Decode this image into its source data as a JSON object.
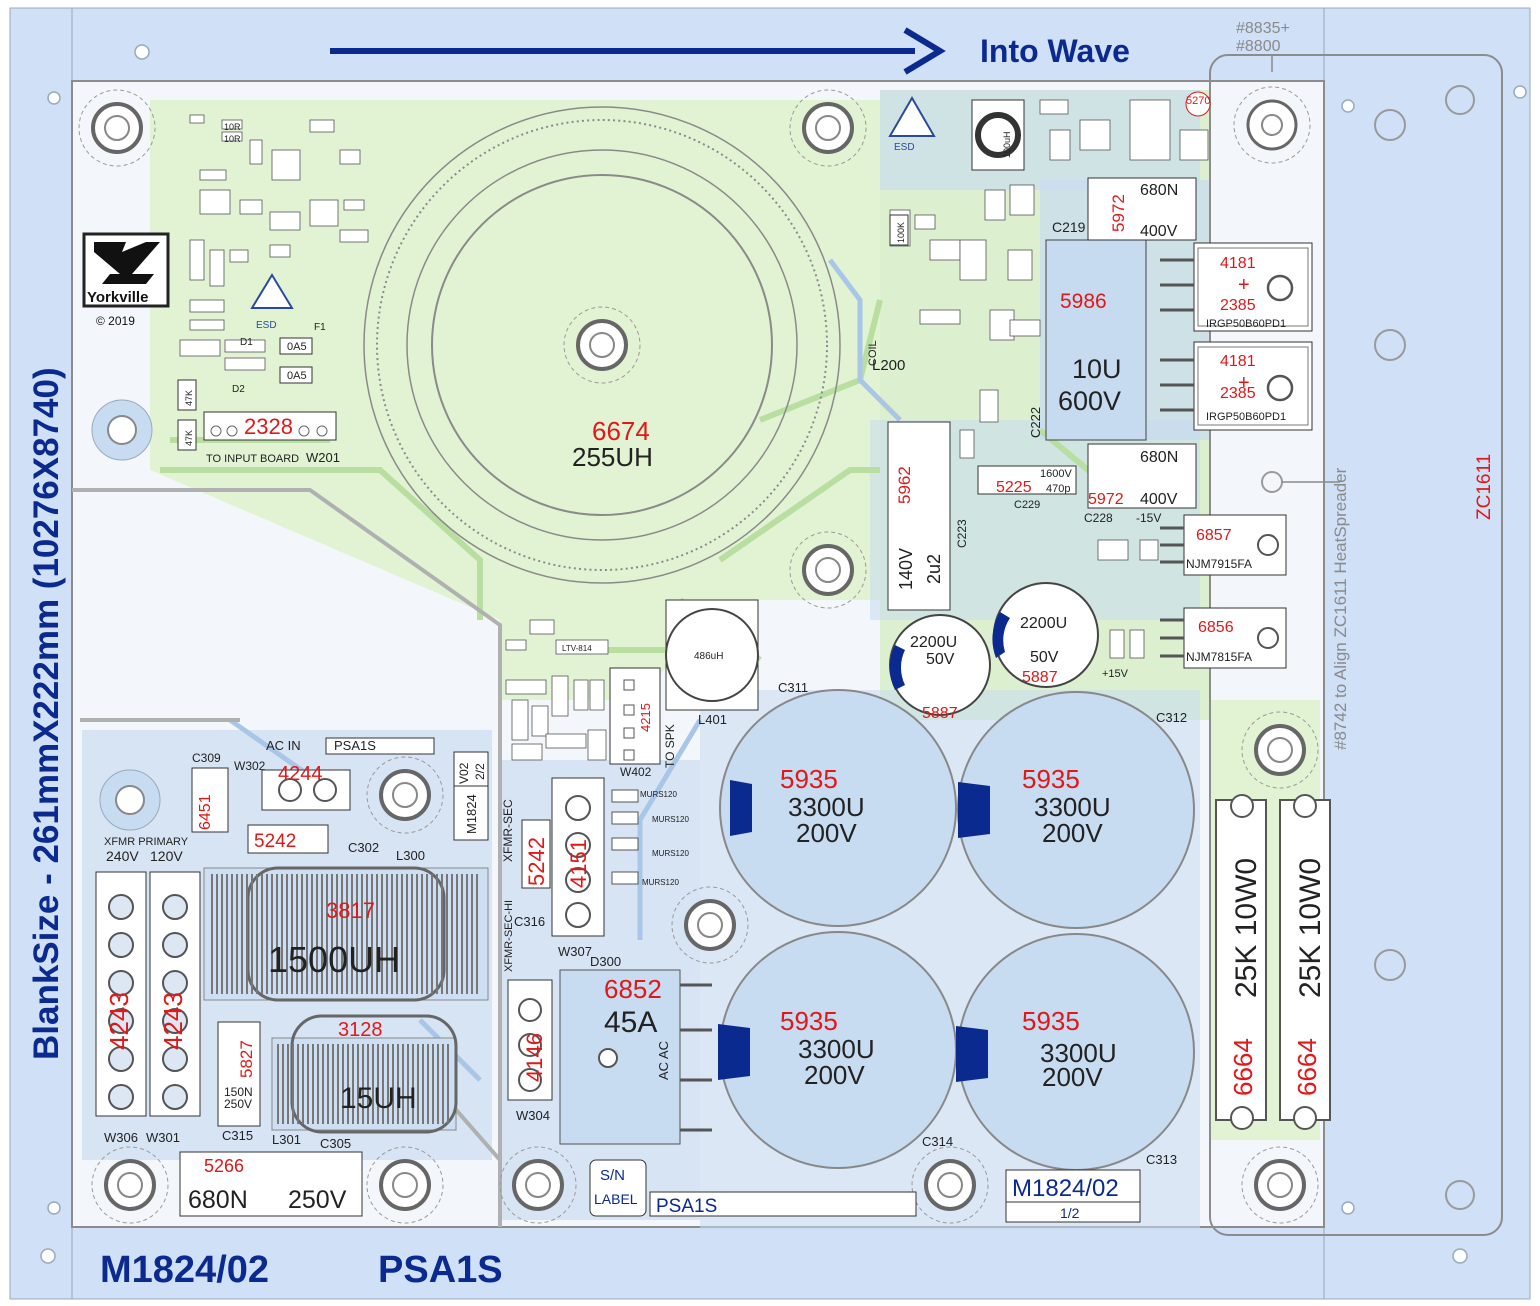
{
  "board": {
    "banner": "Into Wave",
    "side_title": "BlankSize - 261mmX222mm (10276X8740)",
    "bottom_model": "M1824/02",
    "bottom_product": "PSA1S",
    "top_right_ref1": "#8835+",
    "top_right_ref2": "#8800",
    "right_side_note": "#8742 to Align ZC1611 HeatSpreader",
    "heatspreader": "ZC1611",
    "logo_text": "Yorkville",
    "copyright": "© 2019",
    "esd": "ESD"
  },
  "labels": {
    "toroid_code": "6674",
    "toroid_value": "255UH",
    "input_conn_code": "2328",
    "to_input_board": "TO INPUT BOARD",
    "w201": "W201",
    "l200": "L200",
    "coil": "COIL",
    "c219_code": "5972",
    "c219_top": "680N",
    "c219_bot": "400V",
    "c219": "C219",
    "c222_code": "5986",
    "c222_v1": "10U",
    "c222_v2": "600V",
    "c222": "C222",
    "c228_top": "680N",
    "c228_code": "5972",
    "c228_bot": "400V",
    "c228": "C228",
    "minus15": "-15V",
    "c229_code": "5225",
    "c229_v1": "1600V",
    "c229_v2": "470p",
    "c229": "C229",
    "c223_code": "5962",
    "c223_v1": "140V",
    "c223_v2": "2u2",
    "c223": "C223",
    "q_a_code1": "4181",
    "q_a_plus": "+",
    "q_a_code2": "2385",
    "q_a_part": "IRGP50B60PD1",
    "q_b_code1": "4181",
    "q_b_plus": "+",
    "q_b_code2": "2385",
    "q_b_part": "IRGP50B60PD1",
    "reg1_code": "6857",
    "reg1_part": "NJM7915FA",
    "reg2_code": "6856",
    "reg2_part": "NJM7815FA",
    "plus15": "+15V",
    "cap2200a_v1": "2200U",
    "cap2200a_v2": "50V",
    "cap2200a_code": "5887",
    "cap2200b_v1": "2200U",
    "cap2200b_v2": "50V",
    "cap2200b_code": "5887",
    "c311": "C311",
    "c312": "C312",
    "c313": "C313",
    "c314": "C314",
    "bigcap_code": "5935",
    "bigcap_v1": "3300U",
    "bigcap_v2": "200V",
    "l401_value": "486uH",
    "l401": "L401",
    "w402_code": "4215",
    "w402": "W402",
    "to_spk": "TO SPK",
    "ac_in": "AC IN",
    "psa1s_small": "PSA1S",
    "w302": "W302",
    "w302_code": "4244",
    "c309": "C309",
    "c309_code": "6451",
    "c302_code": "5242",
    "c302": "C302",
    "l300": "L300",
    "v02": "V02",
    "v02_frac": "2/2",
    "m1824_vert": "M1824",
    "xfmr_primary": "XFMR PRIMARY",
    "v240": "240V",
    "v120": "120V",
    "l300_code": "3817",
    "l300_value": "1500UH",
    "l301_code": "3128",
    "l301_value": "15UH",
    "l301": "L301",
    "w306_code": "4243",
    "w301_code": "4243",
    "w306": "W306",
    "w301": "W301",
    "c315_code": "5827",
    "c315_v1": "150N",
    "c315_v2": "250V",
    "c315": "C315",
    "c305": "C305",
    "c305_code": "5266",
    "c305_v1": "680N",
    "c305_v2": "250V",
    "xfmr_sec": "XFMR-SEC",
    "xfmr_sec_hi": "XFMR-SEC-HI",
    "w307_code_a": "5242",
    "w307_code_b": "4151",
    "c316": "C316",
    "w307": "W307",
    "d300": "D300",
    "bridge_code": "6852",
    "bridge_value": "45A",
    "bridge_ac": "AC AC",
    "w304_code": "4146",
    "w304": "W304",
    "sn1": "S/N",
    "sn2": "LABEL",
    "psa1s_box": "PSA1S",
    "m1824_box": "M1824/02",
    "m1824_box_frac": "1/2",
    "r_res_code": "6664",
    "r_res_value": "25K 10W0",
    "zero_ohm_a": "0A5",
    "zero_ohm_b": "0A5",
    "r_47k_a": "47K",
    "r_47k_b": "47K",
    "coil_100u": "100uH",
    "f1": "F1",
    "d1": "D1",
    "d2": "D2",
    "top_cap_code": "5270",
    "mur1": "MURS120",
    "mur2": "MURS120",
    "mur3": "MURS120",
    "mur4": "MURS120",
    "ltv": "LTV-814",
    "r_100k": "100K",
    "esd2": "ESD"
  },
  "colors": {
    "band": "#cfe0f7",
    "pcb_green": "#d8f1c4",
    "pcb_blue": "#c2d6f2",
    "copper_line": "#b8dfa0",
    "brand_blue": "#0b2a8f",
    "ref_red": "#e01818",
    "outline_grey": "#8c8c8c"
  }
}
